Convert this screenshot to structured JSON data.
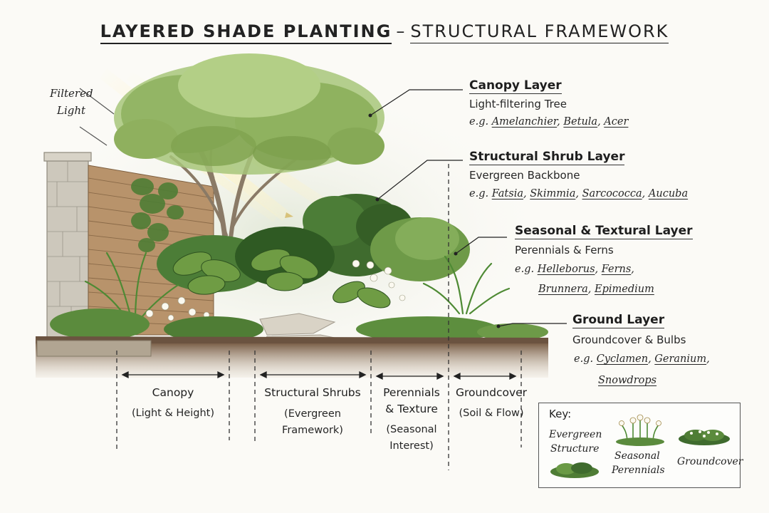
{
  "title": {
    "main": "LAYERED SHADE PLANTING",
    "separator": "–",
    "sub": "STRUCTURAL FRAMEWORK"
  },
  "light_label": [
    "Filtered",
    "Light"
  ],
  "layers": [
    {
      "heading": "Canopy Layer",
      "subtitle": "Light-filtering Tree",
      "eg": "e.g.",
      "examples": [
        "Amelanchier",
        "Betula",
        "Acer"
      ]
    },
    {
      "heading": "Structural Shrub Layer",
      "subtitle": "Evergreen Backbone",
      "eg": "e.g.",
      "examples": [
        "Fatsia",
        "Skimmia",
        "Sarcococca",
        "Aucuba"
      ]
    },
    {
      "heading": "Seasonal & Textural Layer",
      "subtitle": "Perennials & Ferns",
      "eg": "e.g.",
      "examples": [
        "Helleborus",
        "Ferns",
        "Brunnera",
        "Epimedium"
      ]
    },
    {
      "heading": "Ground Layer",
      "subtitle": "Groundcover & Bulbs",
      "eg": "e.g.",
      "examples": [
        "Cyclamen",
        "Geranium",
        "Snowdrops"
      ]
    }
  ],
  "zones": [
    {
      "name": "Canopy",
      "detail": [
        "(Light & Height)"
      ]
    },
    {
      "name": "Structural Shrubs",
      "detail": [
        "(Evergreen",
        "Framework)"
      ]
    },
    {
      "name": [
        "Perennials",
        "& Texture"
      ],
      "detail": [
        "(Seasonal",
        "Interest)"
      ]
    },
    {
      "name": "Groundcover",
      "detail": [
        "(Soil & Flow)"
      ]
    }
  ],
  "key": {
    "title": "Key:",
    "items": [
      {
        "label": [
          "Evergreen",
          "Structure"
        ],
        "icon": "evergreen-shrub-icon"
      },
      {
        "label": [
          "Seasonal",
          "Perennials"
        ],
        "icon": "flowering-perennial-icon"
      },
      {
        "label": [
          "Groundcover"
        ],
        "icon": "groundcover-icon"
      }
    ]
  },
  "colors": {
    "foliage_light": "#9cbf6c",
    "foliage_dark": "#3f6b2e",
    "soil": "#8a6e52",
    "fence": "#b89670",
    "wall": "#c9c4b8",
    "ink": "#222222"
  }
}
